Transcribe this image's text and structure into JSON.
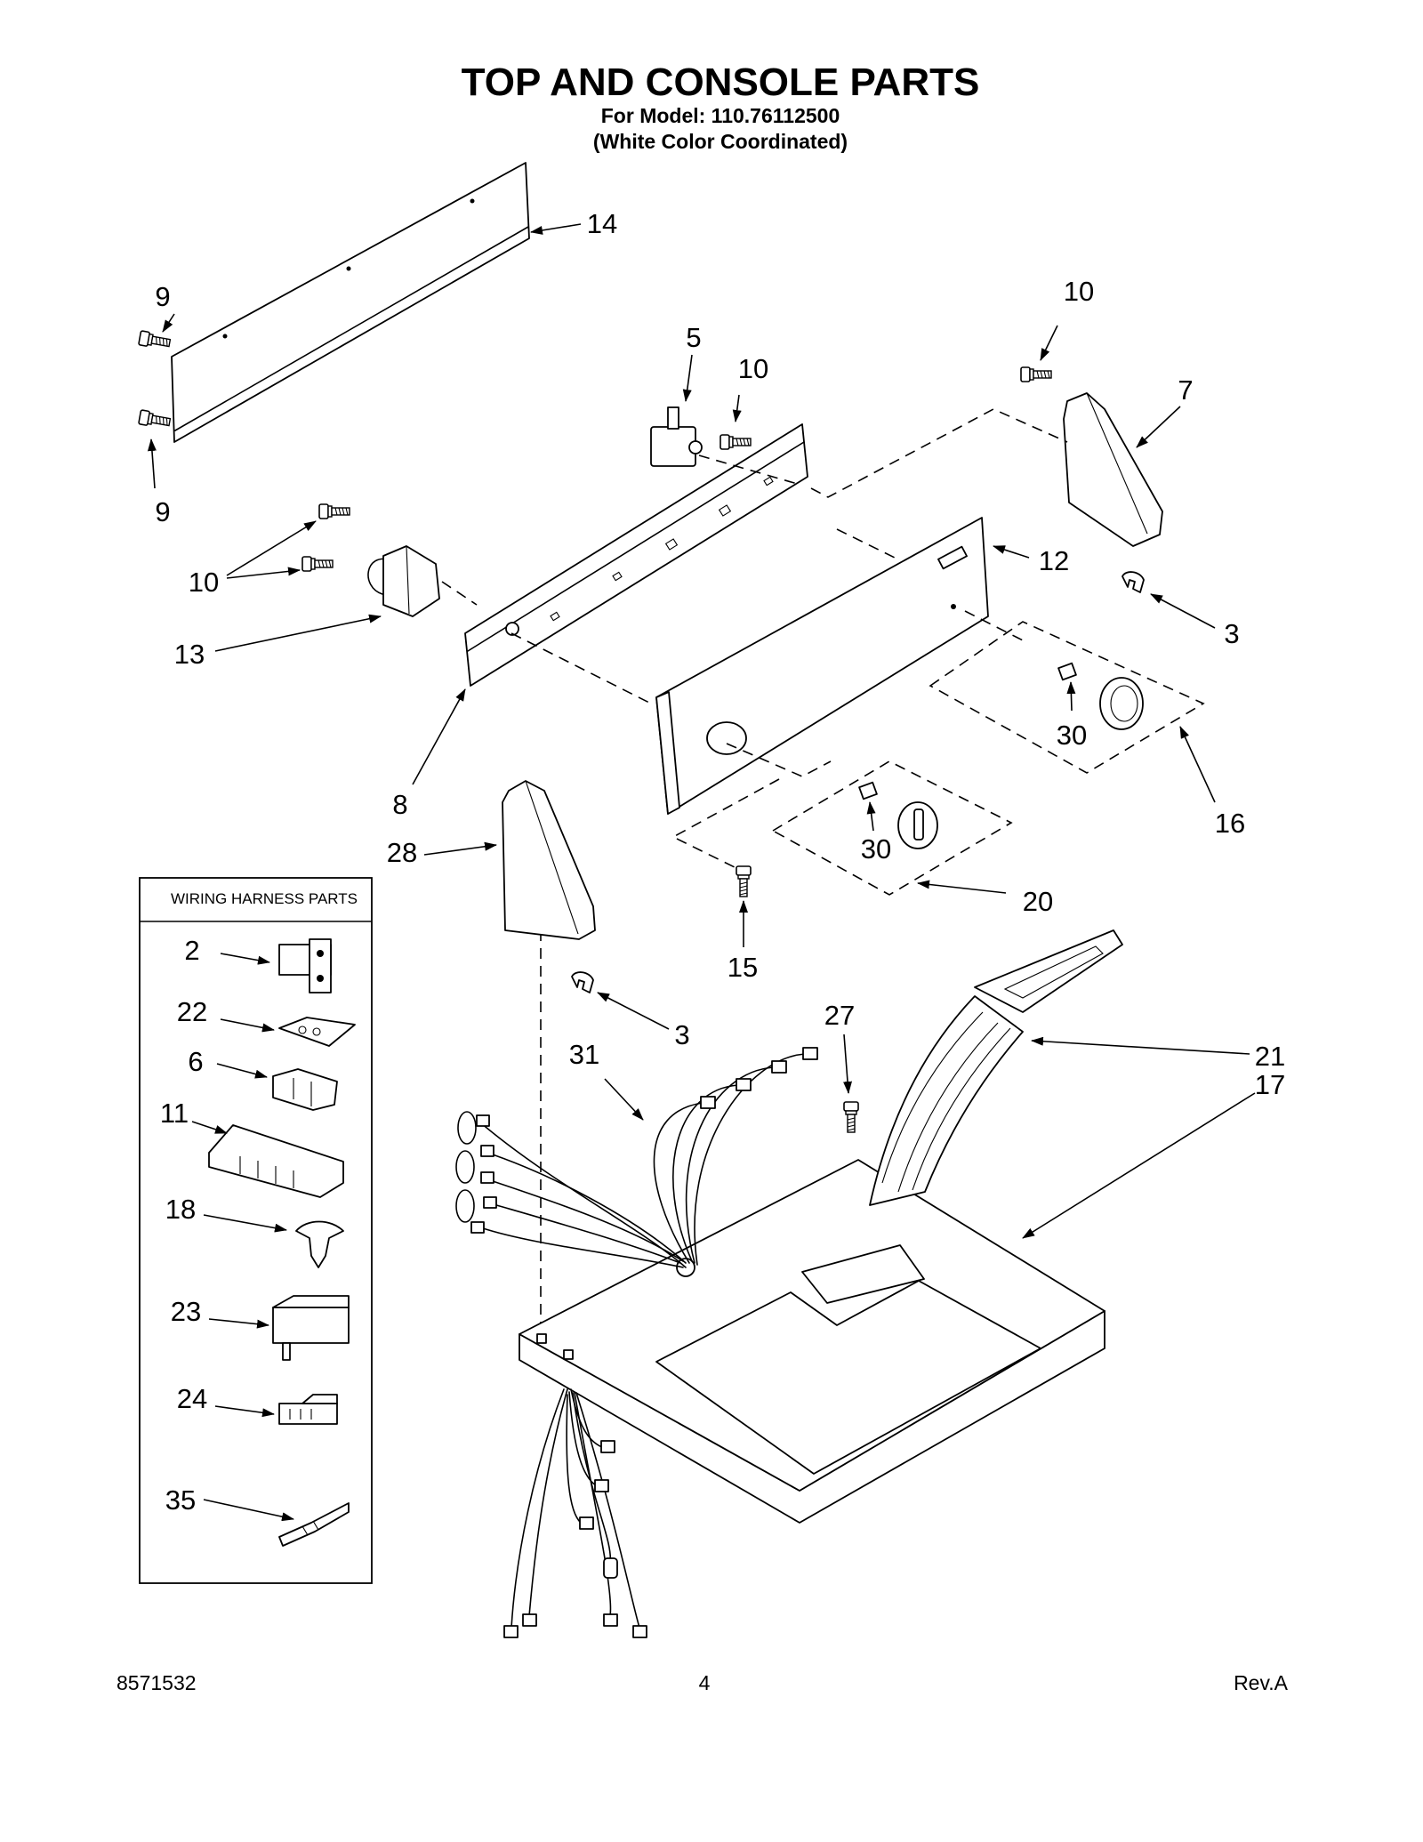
{
  "title": "TOP AND CONSOLE PARTS",
  "model": "For Model: 110.76112500",
  "color_note": "(White Color Coordinated)",
  "callouts": [
    "14",
    "9",
    "9",
    "10",
    "5",
    "10",
    "7",
    "10",
    "12",
    "13",
    "3",
    "30",
    "8",
    "16",
    "28",
    "30",
    "20",
    "15",
    "3",
    "27",
    "31",
    "21",
    "17"
  ],
  "wiring_box": {
    "header": "WIRING HARNESS PARTS",
    "callouts": [
      "2",
      "22",
      "6",
      "11",
      "18",
      "23",
      "24",
      "35"
    ]
  },
  "footer": {
    "doc_number": "8571532",
    "page": "4",
    "revision": "Rev.A"
  },
  "colors": {
    "line": "#000000",
    "background": "#ffffff"
  }
}
